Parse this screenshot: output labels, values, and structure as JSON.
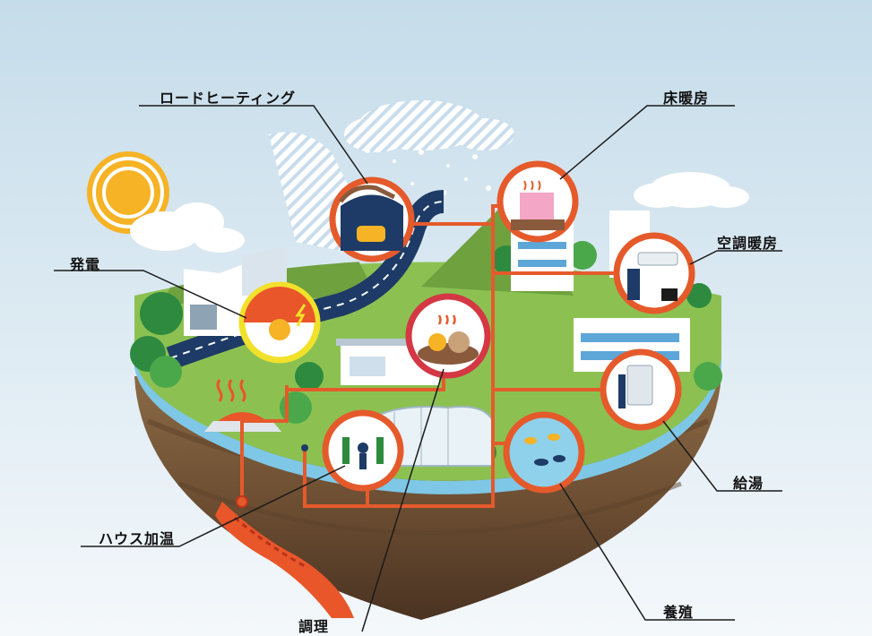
{
  "labels": {
    "road_heating": "ロードヒーティング",
    "floor_heating": "床暖房",
    "ac_heating": "空調暖房",
    "power_generation": "発電",
    "hot_water_supply": "給湯",
    "greenhouse_heating": "ハウス加温",
    "aquaculture": "養殖",
    "cooking": "調理"
  },
  "colors": {
    "sky_top": "#c5dcea",
    "sky_bottom": "#f4f8fb",
    "pipe": "#e55a2b",
    "ring": "#e55a2b",
    "cooking_ring": "#d43844",
    "power_ring": "#f2e12a",
    "grass": "#8cc152",
    "mountain": "#6fa13f",
    "river": "#7ec7e6",
    "soil": "#7a5a3c",
    "magma": "#e8562a",
    "road": "#1d3b66"
  }
}
